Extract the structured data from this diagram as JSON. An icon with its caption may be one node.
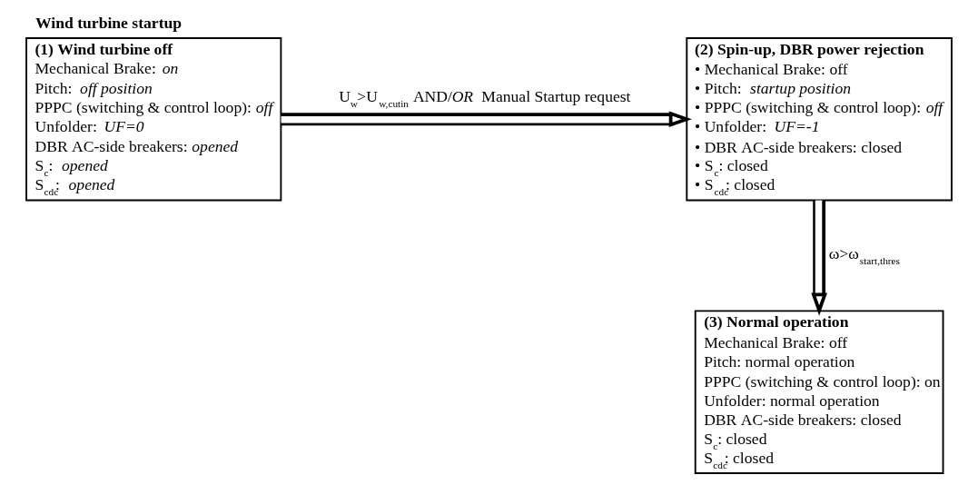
{
  "diagram": {
    "title": "Wind turbine startup",
    "nodes": [
      {
        "text": [
          "(1) Wind turbine off",
          "Mechanical Brake: *on*",
          "Pitch: *off position*",
          "PPPC (switching & control loop): *off*",
          "Unfolder: *UF=0*",
          "DBR AC-side breakers: *opened*",
          "S$_{c}$: *opened*",
          "S$_{cdc}$: *opened*"
        ]
      },
      {
        "text": [
          "(2) Spin-up, DBR power rejection",
          "• Mechanical Brake: off",
          "• Pitch: *startup position*",
          "• PPPC (switching & control loop): *off*",
          "• Unfolder: *UF=-1*",
          "• DBR AC-side breakers: closed",
          "• S$_{c}$: closed",
          "• S$_{cdc}$: closed"
        ]
      },
      {
        "text": [
          "(3) Normal operation",
          "Mechanical Brake: off",
          "Pitch: normal operation",
          "PPPC (switching & control loop): on",
          "Unfolder: normal operation",
          "DBR AC-side breakers: closed",
          "S$_{c}$: closed",
          "S$_{cdc}$: closed"
        ]
      }
    ],
    "edges": [
      {
        "from": 0,
        "to": 1,
        "arrow": "to",
        "label": "U$_{w}$>U$_{w,cutin}$ AND/*OR* Manual Startup request"
      },
      {
        "from": 1,
        "to": 2,
        "arrow": "to",
        "label": "ω>ω$_{start,thres}$"
      }
    ]
  }
}
